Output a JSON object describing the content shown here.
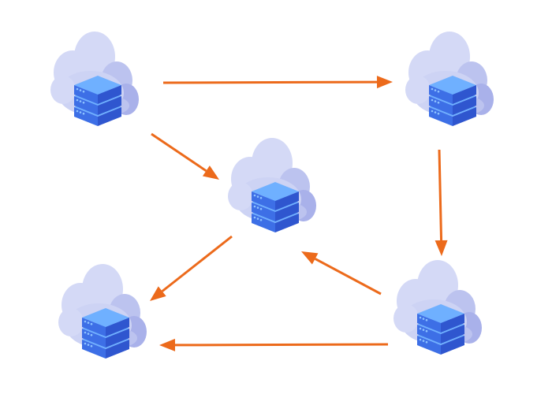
{
  "diagram": {
    "colors": {
      "background": "#ffffff",
      "arrow": "#ec6a1b",
      "cloud_light": "#d4d9f6",
      "cloud_mid": "#bcc3ef",
      "cloud_dark": "#a9b1ea",
      "server_top": "#6fb0ff",
      "server_front": "#3d6fe6",
      "server_side": "#2f56cf",
      "server_light": "#8ec3ff"
    },
    "nodes": [
      {
        "id": "top-left",
        "icon": "cloud-server-icon"
      },
      {
        "id": "top-right",
        "icon": "cloud-server-icon"
      },
      {
        "id": "center",
        "icon": "cloud-server-icon"
      },
      {
        "id": "bottom-left",
        "icon": "cloud-server-icon"
      },
      {
        "id": "bottom-right",
        "icon": "cloud-server-icon"
      }
    ],
    "edges": [
      {
        "from": "top-left",
        "to": "top-right"
      },
      {
        "from": "top-left",
        "to": "center"
      },
      {
        "from": "top-right",
        "to": "bottom-right"
      },
      {
        "from": "bottom-right",
        "to": "center"
      },
      {
        "from": "center",
        "to": "bottom-left"
      },
      {
        "from": "bottom-right",
        "to": "bottom-left"
      }
    ]
  }
}
